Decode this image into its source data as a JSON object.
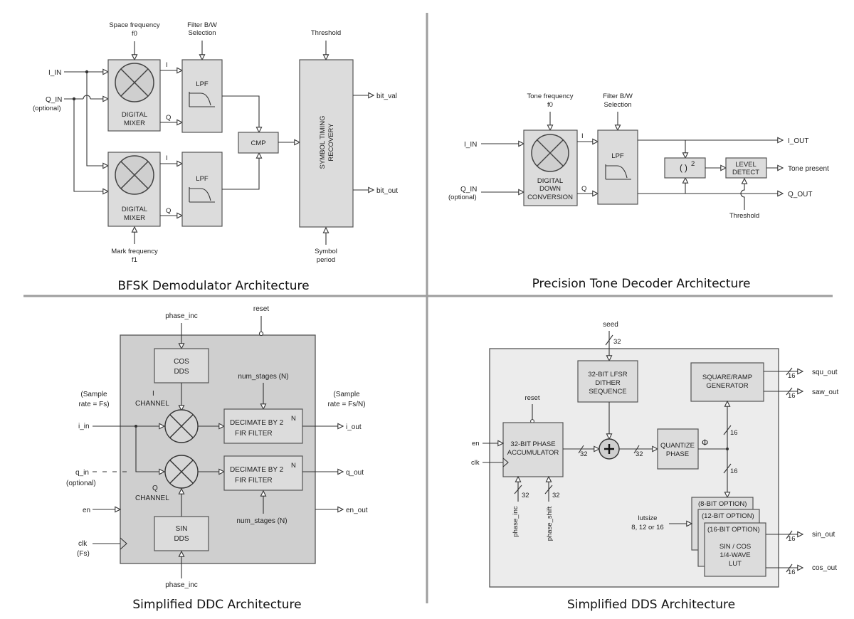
{
  "bfsk": {
    "caption": "BFSK Demodulator Architecture",
    "space_freq_1": "Space frequency",
    "space_freq_2": "f0",
    "filter_bw_1": "Filter B/W",
    "filter_bw_2": "Selection",
    "threshold": "Threshold",
    "i_in": "I_IN",
    "q_in": "Q_IN",
    "optional": "(optional)",
    "mixer_1": "DIGITAL",
    "mixer_2": "MIXER",
    "lpf": "LPF",
    "i_label": "I",
    "q_label": "Q",
    "cmp": "CMP",
    "str_1": "SYMBOL TIMING",
    "str_2": "RECOVERY",
    "bit_val": "bit_val",
    "bit_out": "bit_out",
    "mark_freq_1": "Mark frequency",
    "mark_freq_2": "f1",
    "symbol_1": "Symbol",
    "symbol_2": "period"
  },
  "ptd": {
    "caption": "Precision Tone Decoder Architecture",
    "tone_freq_1": "Tone frequency",
    "tone_freq_2": "f0",
    "filter_bw_1": "Filter B/W",
    "filter_bw_2": "Selection",
    "i_in": "I_IN",
    "q_in": "Q_IN",
    "optional": "(optional)",
    "ddc_1": "DIGITAL",
    "ddc_2": "DOWN",
    "ddc_3": "CONVERSION",
    "i_label": "I",
    "q_label": "Q",
    "lpf": "LPF",
    "square_base": "( )",
    "square_exp": "2",
    "level_1": "LEVEL",
    "level_2": "DETECT",
    "i_out": "I_OUT",
    "tone_present": "Tone present",
    "q_out": "Q_OUT",
    "threshold": "Threshold"
  },
  "ddc": {
    "caption": "Simplified DDC Architecture",
    "phase_inc_top": "phase_inc",
    "reset": "reset",
    "cos_1": "COS",
    "cos_2": "DDS",
    "num_stages_top": "num_stages (N)",
    "sample_fs_1": "(Sample",
    "sample_fs_2": "rate = Fs)",
    "sample_fsn_1": "(Sample",
    "sample_fsn_2": "rate = Fs/N)",
    "i_chan_1": "I",
    "i_chan_2": "CHANNEL",
    "q_chan_1": "Q",
    "q_chan_2": "CHANNEL",
    "dec_base": "DECIMATE BY 2",
    "dec_exp": "N",
    "fir": "FIR FILTER",
    "i_in": "i_in",
    "i_out": "i_out",
    "q_in": "q_in",
    "optional": "(optional)",
    "q_out": "q_out",
    "en": "en",
    "en_out": "en_out",
    "clk": "clk",
    "clk_fs": "(Fs)",
    "sin_1": "SIN",
    "sin_2": "DDS",
    "num_stages_bottom": "num_stages (N)",
    "phase_inc_bottom": "phase_inc"
  },
  "dds": {
    "caption": "Simplified DDS Architecture",
    "seed": "seed",
    "w32": "32",
    "w16": "16",
    "lfsr_1": "32-BIT LFSR",
    "lfsr_2": "DITHER",
    "lfsr_3": "SEQUENCE",
    "sqr_1": "SQUARE/RAMP",
    "sqr_2": "GENERATOR",
    "squ_out": "squ_out",
    "saw_out": "saw_out",
    "reset": "reset",
    "en": "en",
    "clk": "clk",
    "acc_1": "32-BIT PHASE",
    "acc_2": "ACCUMULATOR",
    "quant_1": "QUANTIZE",
    "quant_2": "PHASE",
    "phi": "Φ",
    "phase_inc": "phase_inc",
    "phase_shift": "phase_shift",
    "opt8": "(8-BIT OPTION)",
    "opt12": "(12-BIT OPTION)",
    "opt16": "(16-BIT OPTION)",
    "lutsize_1": "lutsize",
    "lutsize_2": "8, 12 or 16",
    "lut_1": "SIN / COS",
    "lut_2": "1/4-WAVE",
    "lut_3": "LUT",
    "sin_out": "sin_out",
    "cos_out": "cos_out"
  }
}
